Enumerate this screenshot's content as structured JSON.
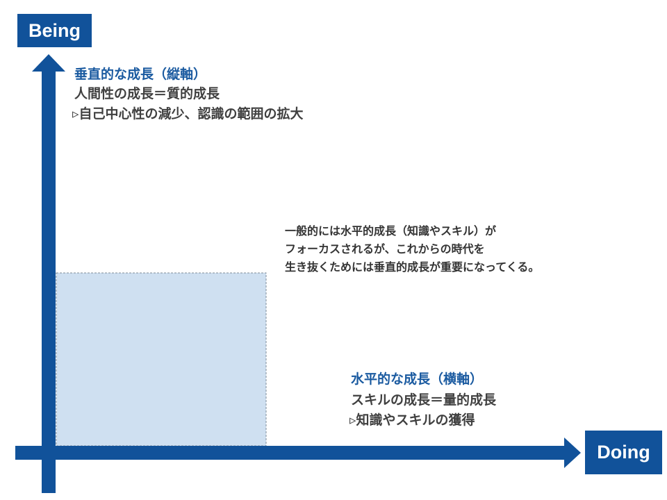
{
  "axes": {
    "y_label": "Being",
    "x_label": "Doing"
  },
  "vertical_growth": {
    "title": "垂直的な成長（縦軸）",
    "line1": "人間性の成長＝質的成長",
    "line2": "▹自己中心性の減少、認識の範囲の拡大"
  },
  "horizontal_growth": {
    "title": "水平的な成長（横軸）",
    "line1": "スキルの成長＝量的成長",
    "line2": "▹知識やスキルの獲得"
  },
  "note": {
    "line1": "一般的には水平的成長（知識やスキル）が",
    "line2": "フォーカスされるが、これからの時代を",
    "line3": "生き抜くためには垂直的成長が重要になってくる。"
  },
  "colors": {
    "axis": "#11529a",
    "area": "#cfe0f1"
  }
}
